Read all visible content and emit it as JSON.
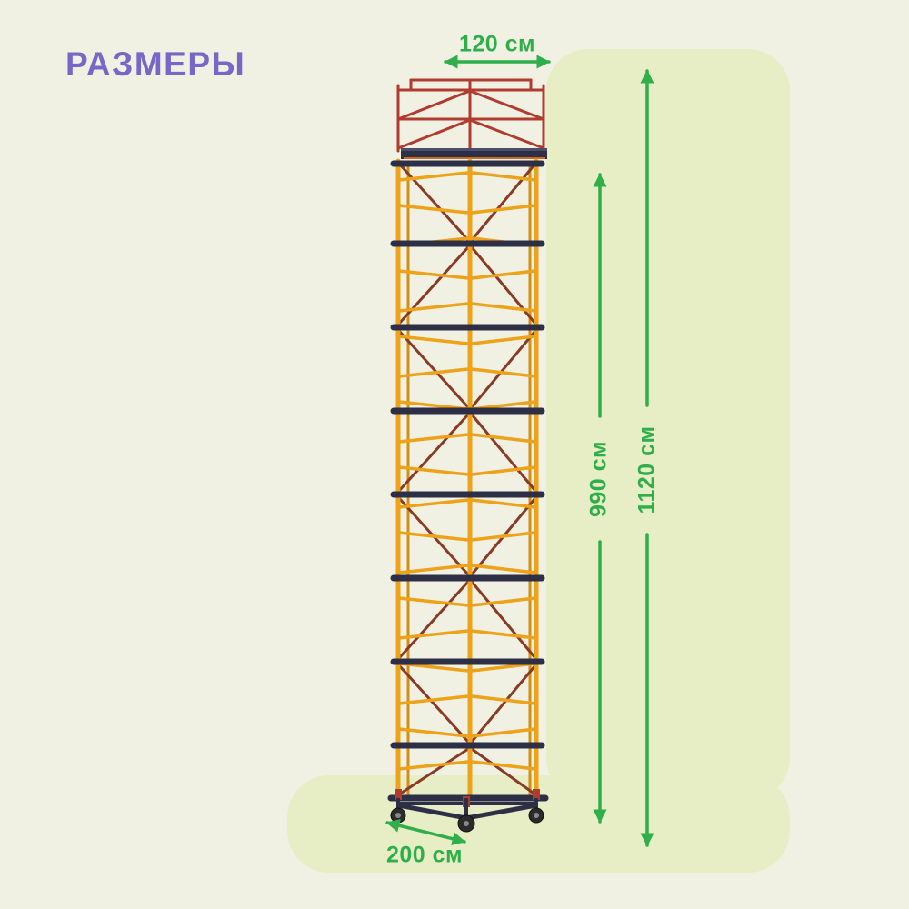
{
  "page": {
    "title": "РАЗМЕРЫ"
  },
  "diagram": {
    "subject": "scaffold-tower",
    "dimensions": {
      "top_width": {
        "label": "120 см",
        "value": 120,
        "unit": "см"
      },
      "total_height": {
        "label": "1120 см",
        "value": 1120,
        "unit": "см"
      },
      "frame_height": {
        "label": "990 см",
        "value": 990,
        "unit": "см"
      },
      "base_depth": {
        "label": "200 см",
        "value": 200,
        "unit": "см"
      }
    }
  },
  "colors": {
    "background": "#f0f1e3",
    "panel": "#e7eec6",
    "accent_green": "#2fae4a",
    "title_purple": "#7767c6",
    "tower_yellow": "#eda21a",
    "tower_red": "#b23b30",
    "tower_brace": "#8a3a25",
    "tower_dark": "#2c2f45"
  }
}
